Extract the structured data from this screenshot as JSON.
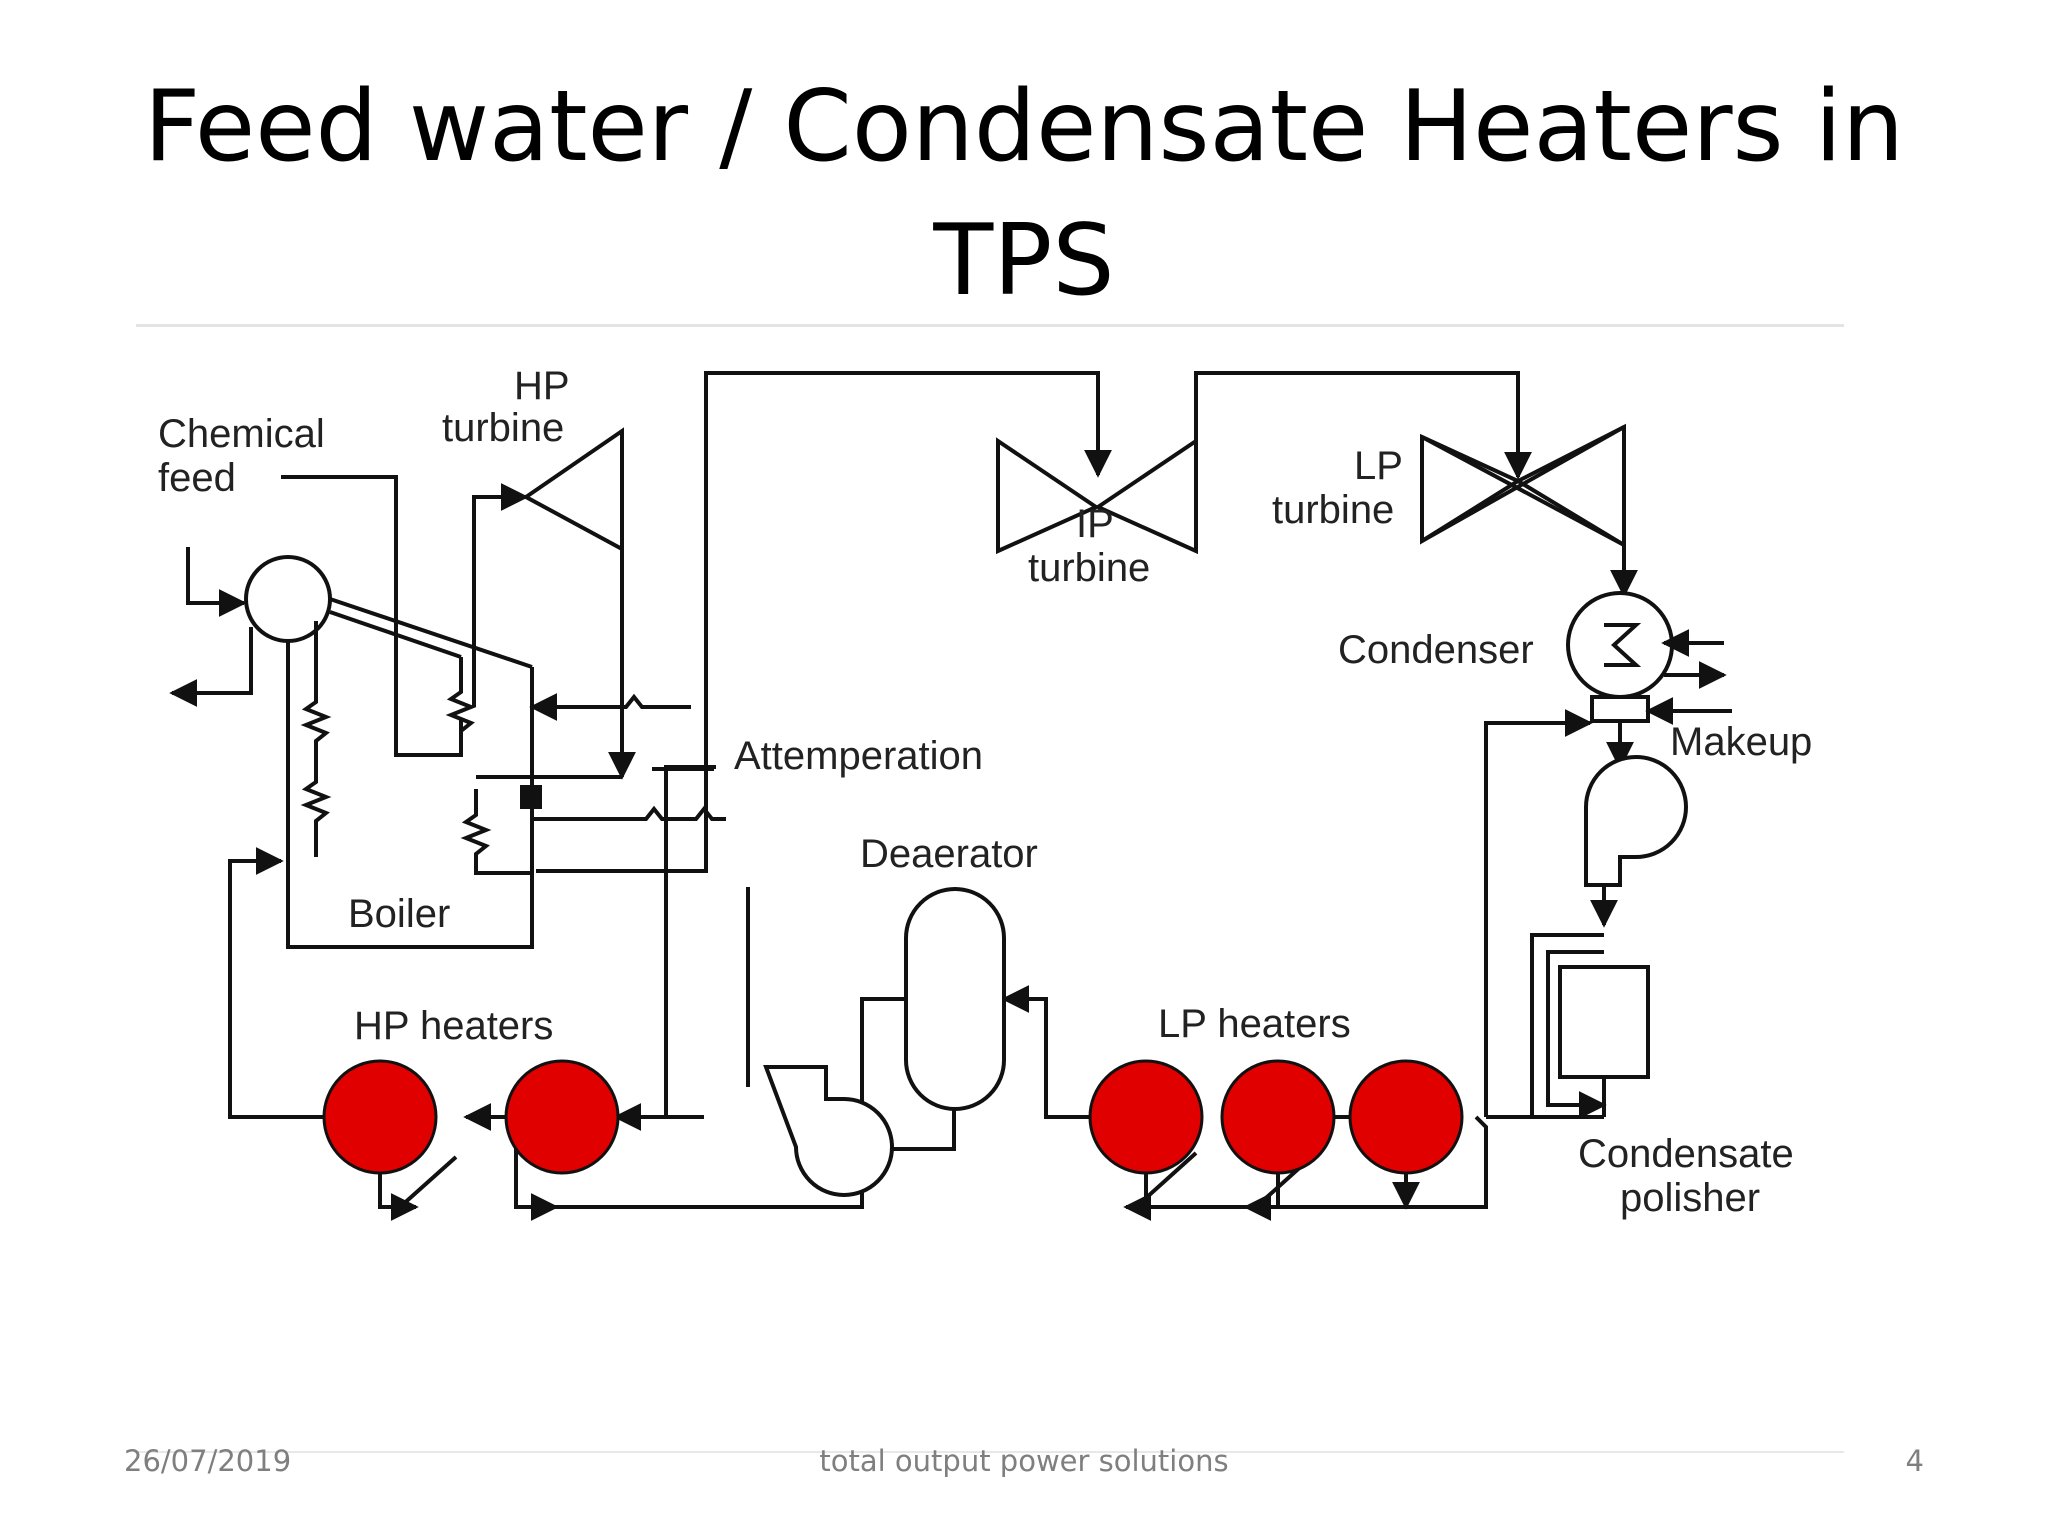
{
  "slide": {
    "title_line1": "Feed water / Condensate Heaters in",
    "title_line2": "TPS"
  },
  "diagram": {
    "labels": {
      "chemical_feed_1": "Chemical",
      "chemical_feed_2": "feed",
      "hp_turbine_1": "HP",
      "hp_turbine_2": "turbine",
      "ip_turbine_1": "IP",
      "ip_turbine_2": "turbine",
      "lp_turbine_1": "LP",
      "lp_turbine_2": "turbine",
      "condenser": "Condenser",
      "makeup": "Makeup",
      "attemperation": "Attemperation",
      "deaerator": "Deaerator",
      "boiler": "Boiler",
      "hp_heaters": "HP heaters",
      "lp_heaters": "LP heaters",
      "condensate_polisher_1": "Condensate",
      "condensate_polisher_2": "polisher"
    },
    "heater_color": "#e00000",
    "line_color": "#111111"
  },
  "footer": {
    "date": "26/07/2019",
    "organization": "total output power solutions",
    "page_number": "4"
  }
}
